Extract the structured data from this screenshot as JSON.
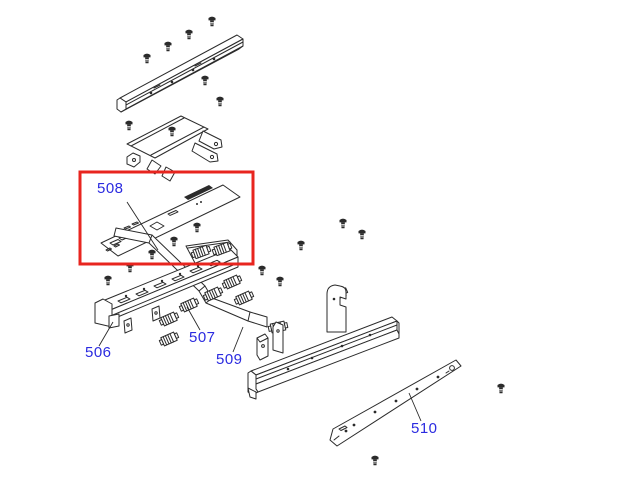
{
  "page": {
    "background_color": "#ffffff"
  },
  "diagram": {
    "kind": "exploded-parts-diagram",
    "line_color": "#2b2b2b",
    "label_color": "#2b2be0",
    "highlight_color": "#e8251f",
    "highlighted_part": "508",
    "labels": [
      {
        "text": "506"
      },
      {
        "text": "507"
      },
      {
        "text": "508"
      },
      {
        "text": "509"
      },
      {
        "text": "510"
      }
    ]
  }
}
